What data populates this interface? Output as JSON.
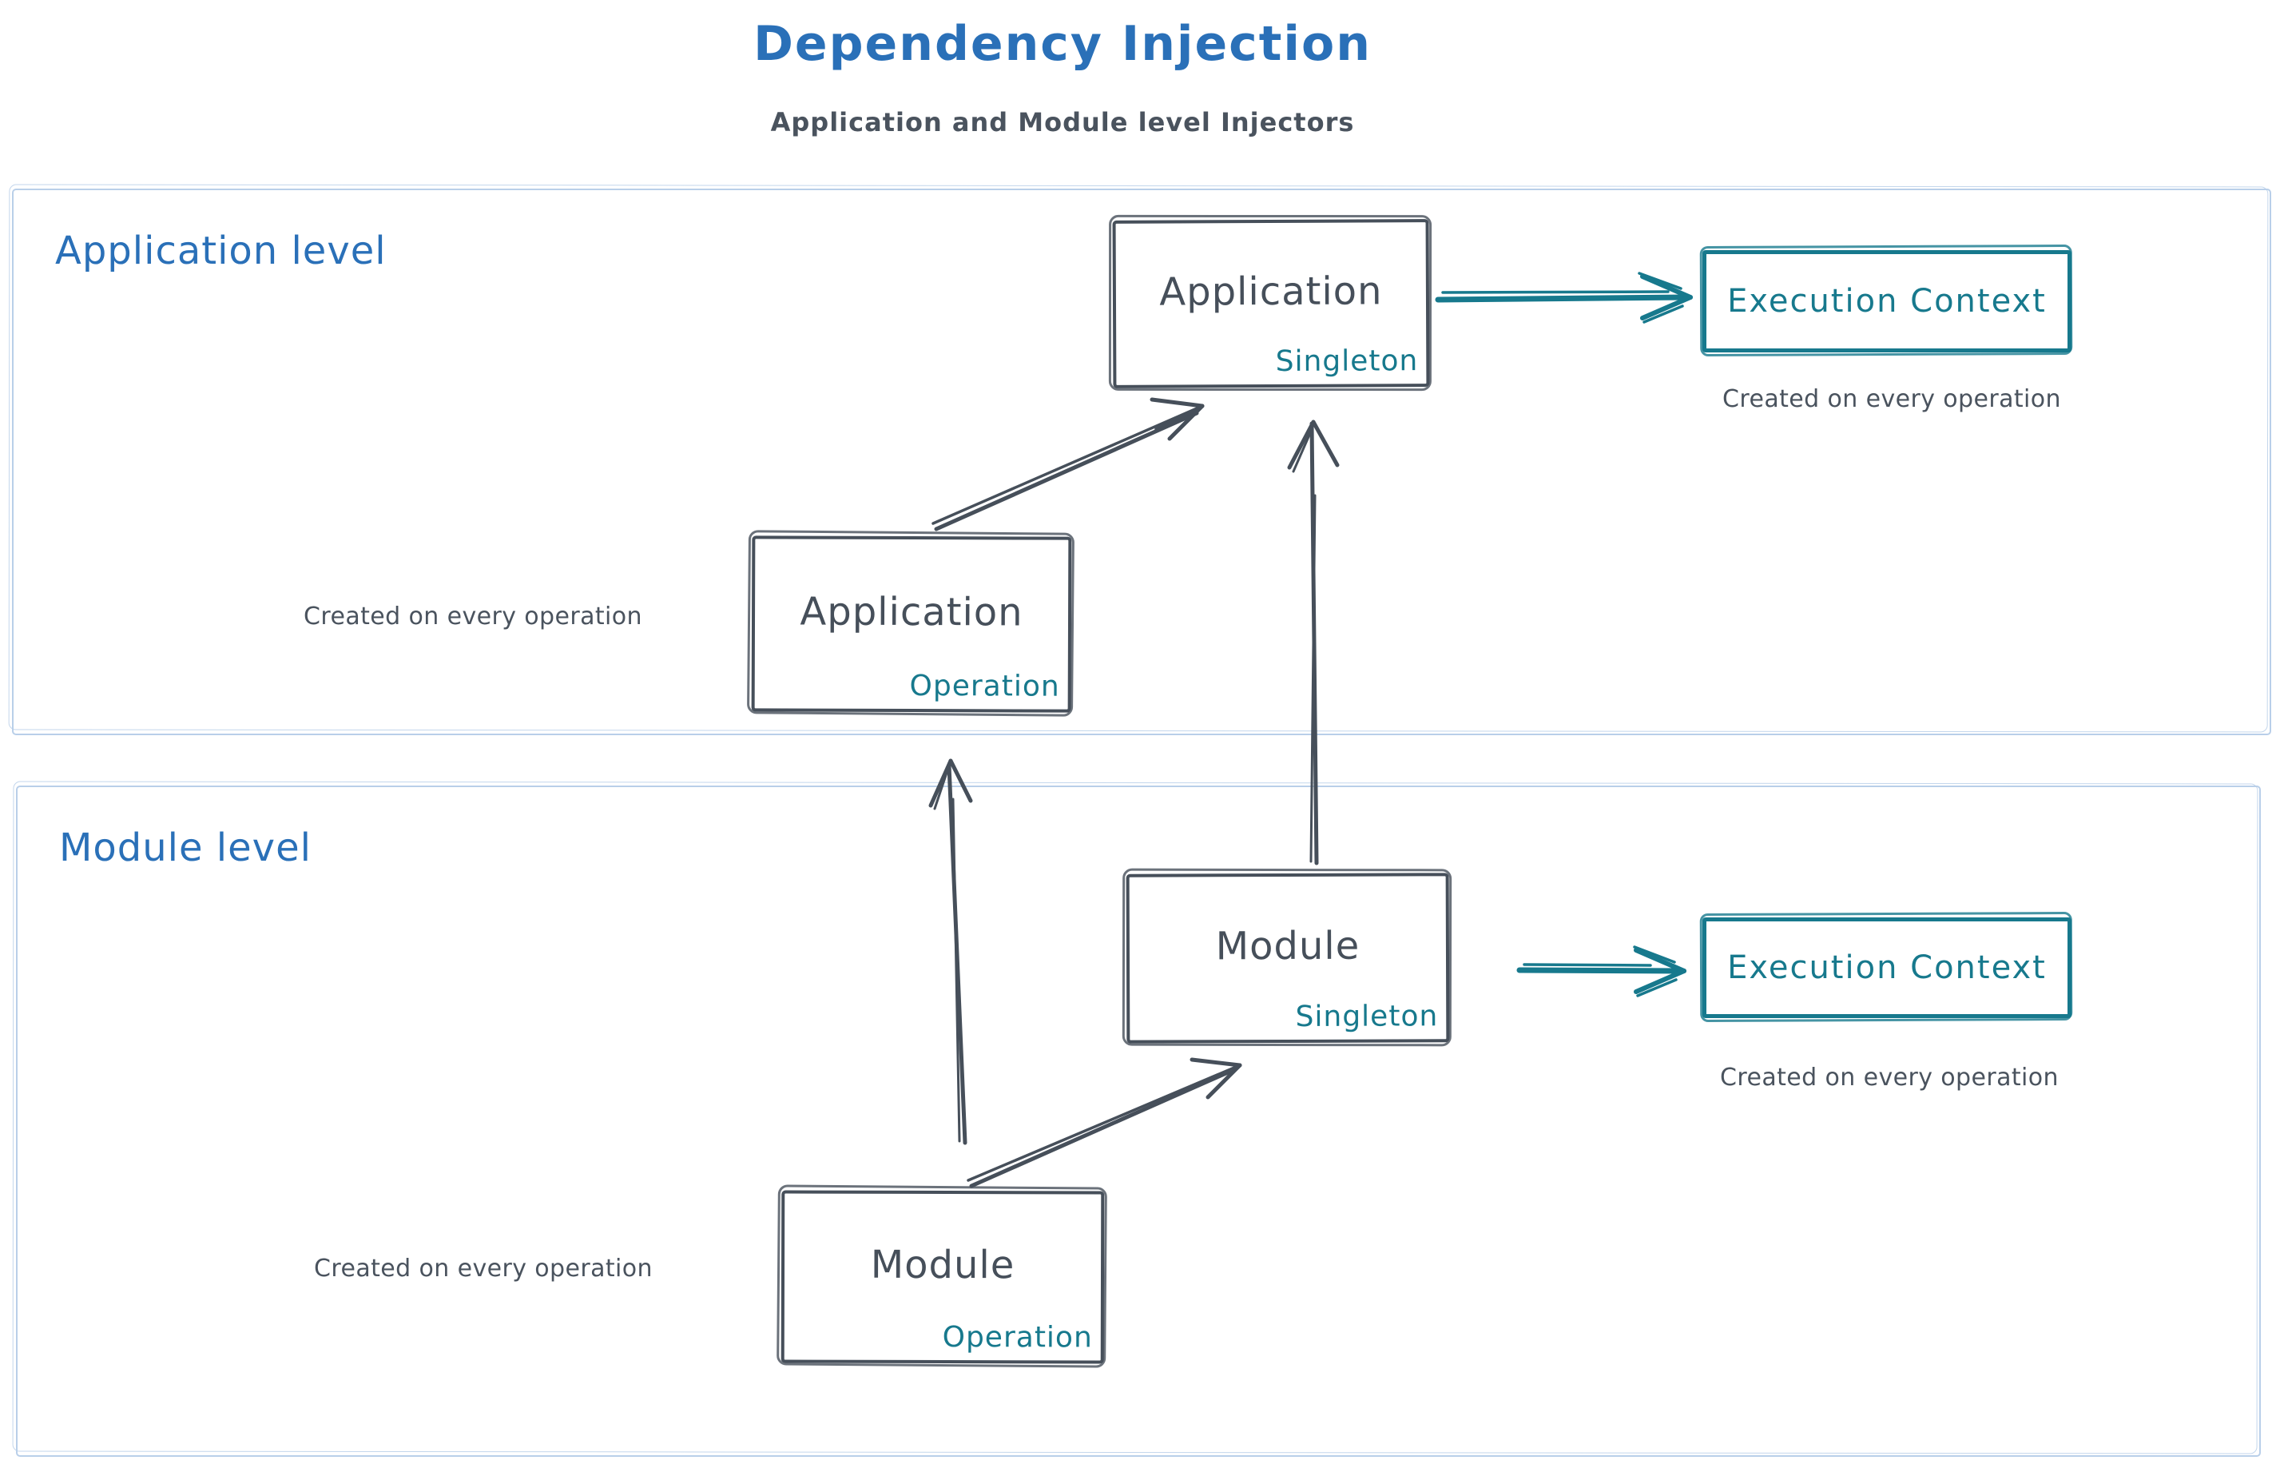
{
  "title": "Dependency Injection",
  "subtitle": "Application and Module level Injectors",
  "colors": {
    "accent_blue": "#2a70b8",
    "ink": "#464f5a",
    "teal": "#17798d",
    "container_border": "#b9cfe9",
    "background": "#ffffff"
  },
  "sections": {
    "application": {
      "label": "Application level",
      "singleton_box": {
        "name": "Application",
        "scope": "Singleton"
      },
      "operation_box": {
        "name": "Application",
        "scope": "Operation"
      },
      "operation_caption": "Created on every operation",
      "execution_context": {
        "label": "Execution Context",
        "caption": "Created on every operation"
      }
    },
    "module": {
      "label": "Module level",
      "singleton_box": {
        "name": "Module",
        "scope": "Singleton"
      },
      "operation_box": {
        "name": "Module",
        "scope": "Operation"
      },
      "operation_caption": "Created on every operation",
      "execution_context": {
        "label": "Execution Context",
        "caption": "Created on every operation"
      }
    }
  }
}
